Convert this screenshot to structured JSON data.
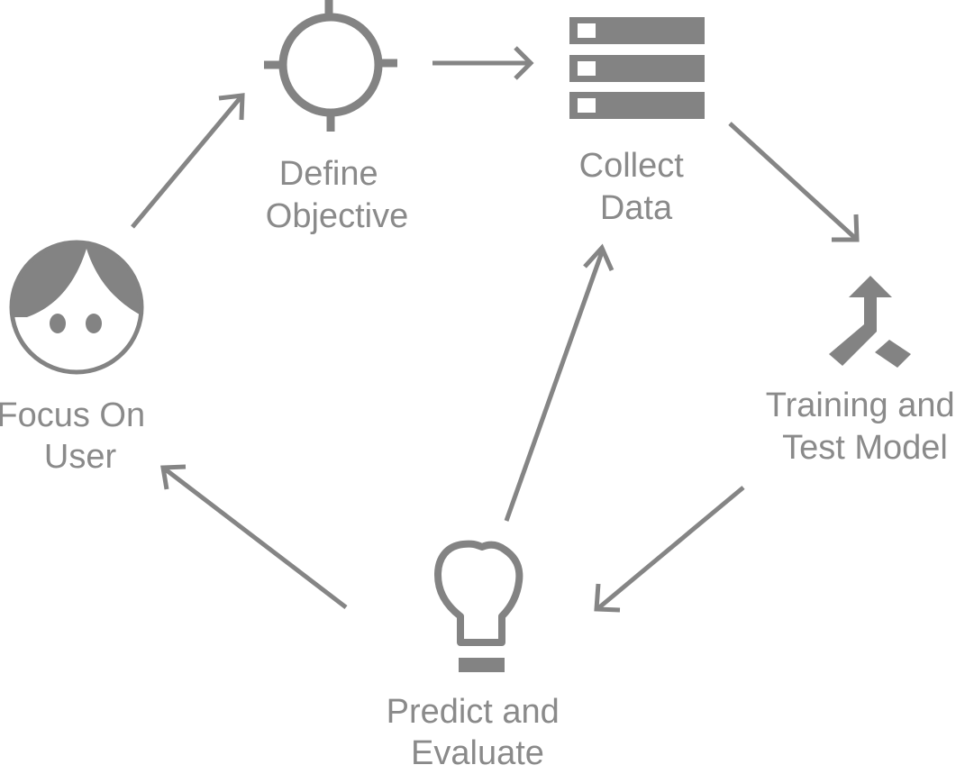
{
  "colors": {
    "icon": "#838383",
    "arrow": "#858585",
    "label": "#8a8a8a",
    "background": "#ffffff"
  },
  "nodes": {
    "focus_user": {
      "icon": "person-face-icon",
      "label_line1": "Focus On",
      "label_line2": "User"
    },
    "define_objective": {
      "icon": "crosshair-target-icon",
      "label_line1": "Define",
      "label_line2": "Objective"
    },
    "collect_data": {
      "icon": "database-stack-icon",
      "label_line1": "Collect",
      "label_line2": "Data"
    },
    "training_model": {
      "icon": "merge-split-icon",
      "label_line1": "Training and",
      "label_line2": "Test Model"
    },
    "predict_evaluate": {
      "icon": "lightbulb-icon",
      "label_line1": "Predict and",
      "label_line2": "Evaluate"
    }
  },
  "edges": [
    {
      "from": "focus_user",
      "to": "define_objective"
    },
    {
      "from": "define_objective",
      "to": "collect_data"
    },
    {
      "from": "collect_data",
      "to": "training_model"
    },
    {
      "from": "training_model",
      "to": "predict_evaluate"
    },
    {
      "from": "predict_evaluate",
      "to": "focus_user"
    },
    {
      "from": "predict_evaluate",
      "to": "collect_data"
    }
  ]
}
